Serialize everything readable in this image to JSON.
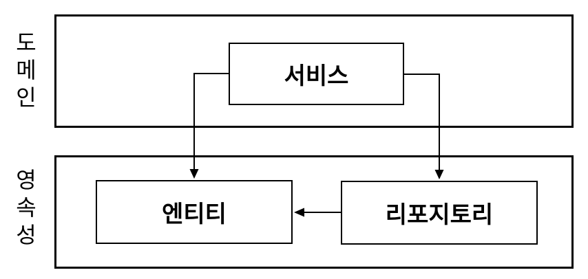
{
  "diagram": {
    "title": "",
    "lanes": [
      {
        "id": "domain",
        "label": "도메인"
      },
      {
        "id": "persistence",
        "label": "영속성"
      }
    ],
    "nodes": [
      {
        "id": "service",
        "label": "서비스",
        "lane": "domain"
      },
      {
        "id": "entity",
        "label": "엔티티",
        "lane": "persistence"
      },
      {
        "id": "repository",
        "label": "리포지토리",
        "lane": "persistence"
      }
    ],
    "edges": [
      {
        "from": "service",
        "to": "entity",
        "style": "solid-arrow",
        "direction": "down"
      },
      {
        "from": "service",
        "to": "repository",
        "style": "solid-arrow",
        "direction": "down"
      },
      {
        "from": "repository",
        "to": "entity",
        "style": "solid-arrow",
        "direction": "left"
      }
    ],
    "colors": {
      "stroke": "#000000",
      "text": "#000000",
      "node_fill": "#ffffff",
      "background": "#ffffff"
    }
  }
}
